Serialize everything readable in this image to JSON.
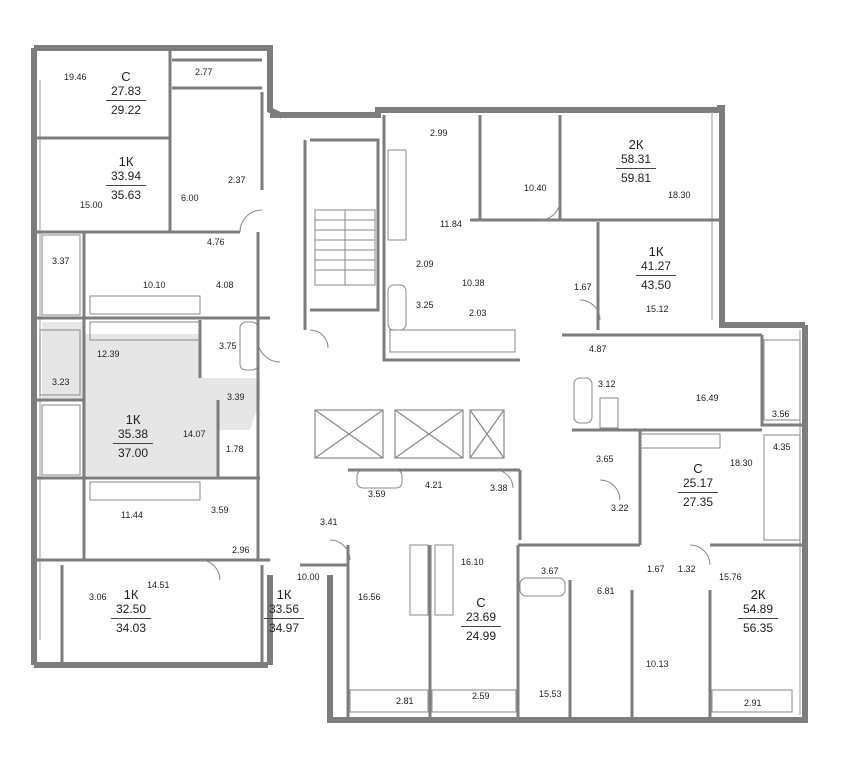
{
  "colors": {
    "wall": "#7d7d7d",
    "wall_fill": "#ffffff",
    "highlight": "#e6e6e6",
    "line": "#999999",
    "text": "#222222"
  },
  "apartments": [
    {
      "type": "С",
      "area_living": "27.83",
      "area_total": "29.22"
    },
    {
      "type": "1К",
      "area_living": "33.94",
      "area_total": "35.63"
    },
    {
      "type": "1К",
      "area_living": "35.38",
      "area_total": "37.00"
    },
    {
      "type": "1К",
      "area_living": "32.50",
      "area_total": "34.03"
    },
    {
      "type": "1К",
      "area_living": "33.56",
      "area_total": "34.97"
    },
    {
      "type": "С",
      "area_living": "23.69",
      "area_total": "24.99"
    },
    {
      "type": "2К",
      "area_living": "54.89",
      "area_total": "56.35"
    },
    {
      "type": "С",
      "area_living": "25.17",
      "area_total": "27.35"
    },
    {
      "type": "1К",
      "area_living": "41.27",
      "area_total": "43.50"
    },
    {
      "type": "2К",
      "area_living": "58.31",
      "area_total": "59.81"
    }
  ],
  "room_areas": [
    "19.46",
    "2.77",
    "15.00",
    "6.00",
    "2.37",
    "4.76",
    "3.37",
    "10.10",
    "4.08",
    "12.39",
    "3.75",
    "3.23",
    "3.39",
    "14.07",
    "1.78",
    "11.44",
    "3.59",
    "2.96",
    "14.51",
    "3.06",
    "10.00",
    "3.41",
    "16.56",
    "2.81",
    "3.59",
    "4.21",
    "3.38",
    "16.10",
    "2.59",
    "2.99",
    "10.40",
    "18.30",
    "11.84",
    "2.09",
    "10.38",
    "3.25",
    "2.03",
    "1.67",
    "15.12",
    "4.87",
    "3.12",
    "16.49",
    "3.56",
    "4.35",
    "3.65",
    "18.30",
    "3.22",
    "3.67",
    "6.81",
    "1.67",
    "1.32",
    "15.76",
    "15.53",
    "10.13",
    "2.91"
  ]
}
